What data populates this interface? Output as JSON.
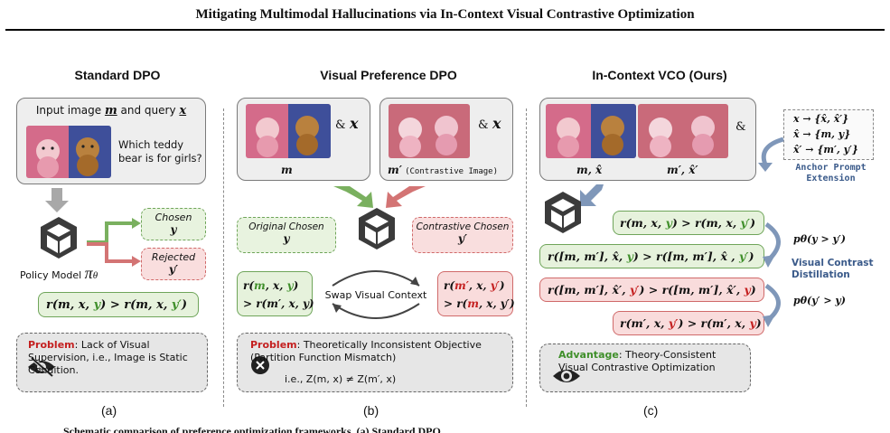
{
  "paper_title": "Mitigating Multimodal Hallucinations via In-Context Visual Contrastive Optimization",
  "panels": {
    "a": {
      "title": "Standard DPO",
      "input_text_pre": "Input image ",
      "input_text_mid": " and query ",
      "var_m": "m",
      "var_x": "x",
      "question": "Which teddy bear is for girls?",
      "chosen_label": "Chosen",
      "chosen_var": "y",
      "rejected_label": "Rejected",
      "rejected_var": "y′",
      "policy_label": "Policy Model",
      "policy_sym": "π",
      "policy_sub": "θ",
      "eq_parts": [
        "r(m, x, ",
        "y",
        ") > r(m, x, ",
        "y′",
        ")"
      ],
      "problem_label": "Problem",
      "problem_text": ": Lack of Visual Supervision, i.e., Image is Static Condition.",
      "caption": "(a)"
    },
    "b": {
      "title": "Visual Preference DPO",
      "amp": "&",
      "var_x": "x",
      "m_label": "m",
      "m_prime_label": "m′",
      "contrastive_image_label": "(Contrastive Image)",
      "orig_chosen_label": "Original Chosen",
      "orig_chosen_var": "y",
      "contrastive_chosen_label": "Contrastive Chosen",
      "contrastive_chosen_var": "y′",
      "left_eq_line1": [
        "r(",
        "m",
        ", x, ",
        "y",
        ")"
      ],
      "left_eq_line2": "> r(m′, x, y)",
      "right_eq_line1": [
        "r(",
        "m′",
        ", x, ",
        "y′",
        ")"
      ],
      "right_eq_line2": [
        "> r(",
        "m",
        ", x, y′)"
      ],
      "swap_label": "Swap Visual Context",
      "problem_label": "Problem",
      "problem_text": ": Theoretically Inconsistent Objective (Partition Function Mismatch)",
      "problem_text2": "i.e., Z(m, x) ≠ Z(m′, x)",
      "caption": "(b)"
    },
    "c": {
      "title": "In-Context VCO (Ours)",
      "amp": "&",
      "m_hat_label": "m, x̂",
      "m_prime_hat_label": "m′, x̂′",
      "anchor_lines": [
        "x → {x̂, x̂′}",
        "x̂ → {m, y}",
        "x̂′ → {m′, y′}"
      ],
      "anchor_label": "Anchor Prompt Extension",
      "eq1": [
        "r(m, x, ",
        "y",
        ") > r(m, x, ",
        "y′",
        ")"
      ],
      "eq2": [
        "r([m, m′], x̂, ",
        "y",
        ") > r([m, m′], x̂ , ",
        "y′",
        ")"
      ],
      "eq3": [
        "r([m, m′], x̂′, ",
        "y′",
        ") > r([m, m′], x̂′, ",
        "y",
        ")"
      ],
      "eq4": [
        "r(m′, x, ",
        "y′",
        ") > r(m′, x, ",
        "y",
        ")"
      ],
      "p_top": "pθ(y > y′)",
      "p_bottom": "pθ(y′ > y)",
      "distill_label": "Visual Contrast Distillation",
      "advantage_label": "Advantage",
      "advantage_text": ": Theory-Consistent Visual Contrastive Optimization",
      "caption": "(c)"
    },
    "figure_caption_fragment": "Schematic comparison of preference optimization frameworks. (a) Standard DPO..."
  }
}
